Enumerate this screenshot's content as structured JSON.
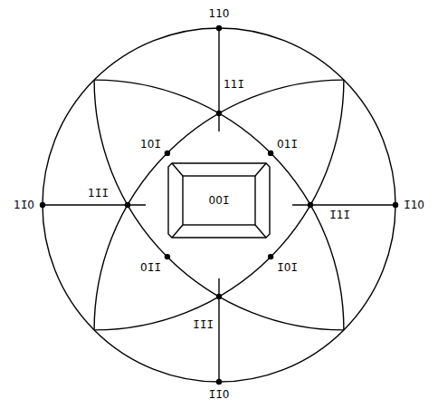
{
  "diagram": {
    "nodes": [
      {
        "text": [
          "001̄"
        ]
      }
    ],
    "labels": [
      "110",
      "111̄",
      "101̄",
      "011̄",
      "11̄1̄",
      "1̄11̄",
      "11̄0",
      "1̄10",
      "01̄1̄",
      "1̄01̄",
      "1̄1̄1̄",
      "1̄1̄0"
    ]
  }
}
